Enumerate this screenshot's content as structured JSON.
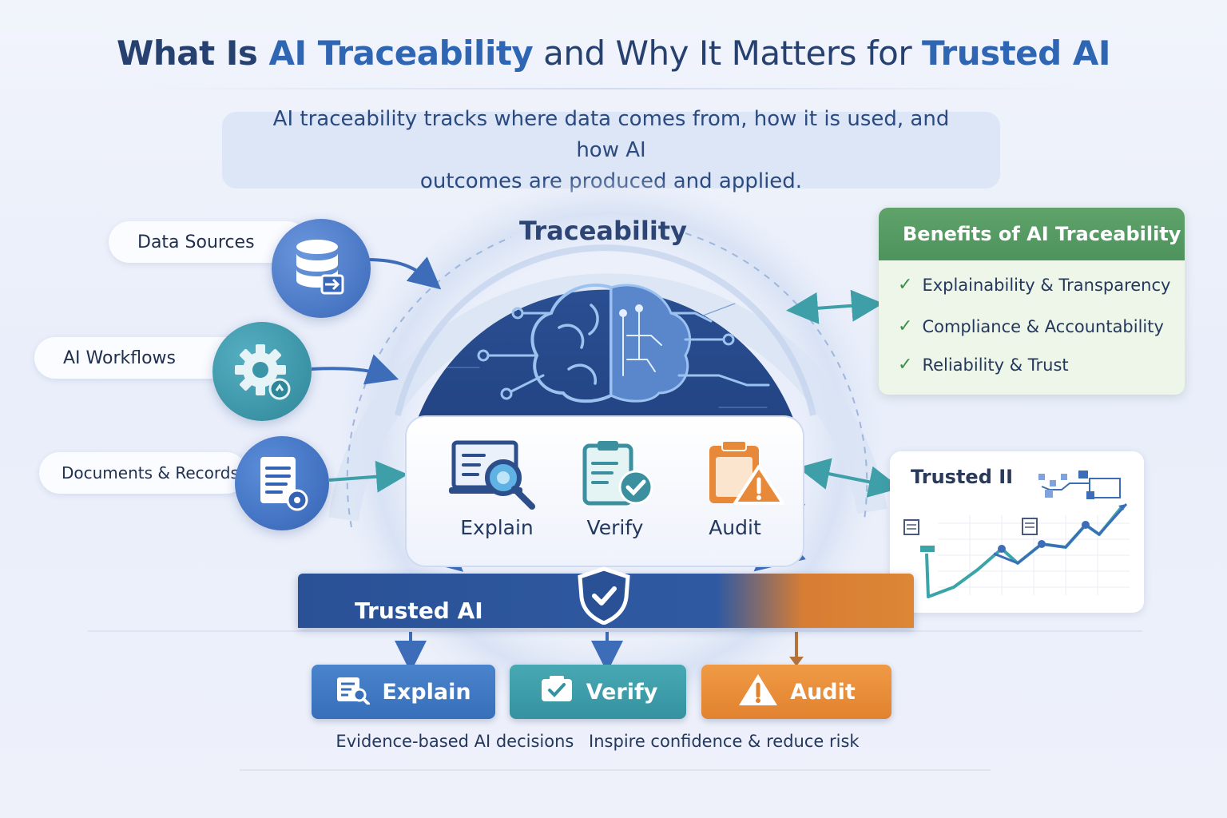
{
  "title": {
    "part1": "What Is ",
    "part2": "AI Traceability",
    "part3": " and Why It Matters for ",
    "part4": "Trusted AI"
  },
  "intro": {
    "line1": "AI traceability tracks where data comes from, how it is used, and how AI",
    "line2": "outcomes are produced and applied."
  },
  "inputs": [
    {
      "label": "Data Sources",
      "icon": "database-icon"
    },
    {
      "label": "AI Workflows",
      "icon": "gear-icon"
    },
    {
      "label": "Documents & Records",
      "icon": "document-icon"
    }
  ],
  "center": {
    "label": "Traceability",
    "steps": [
      {
        "label": "Explain",
        "icon": "magnifier-report-icon"
      },
      {
        "label": "Verify",
        "icon": "clipboard-check-icon"
      },
      {
        "label": "Audit",
        "icon": "warning-clipboard-icon"
      }
    ]
  },
  "benefits": {
    "title": "Benefits of AI Traceability",
    "items": [
      "Explainability & Transparency",
      "Compliance & Accountability",
      "Reliability & Trust"
    ]
  },
  "chart_card": {
    "title": "Trusted II"
  },
  "banner": {
    "label": "Trusted AI"
  },
  "outputs": [
    {
      "label": "Explain",
      "icon": "report-search-icon",
      "color": "#3a72be"
    },
    {
      "label": "Verify",
      "icon": "checkbox-icon",
      "color": "#3b9aa6"
    },
    {
      "label": "Audit",
      "icon": "warning-icon",
      "color": "#e78a33"
    }
  ],
  "caption": {
    "left": "Evidence-based AI decisions",
    "right": "Inspire confidence & reduce risk"
  },
  "colors": {
    "navy": "#2a5196",
    "teal": "#3b9aa6",
    "orange": "#e78a33",
    "green": "#4d935b"
  }
}
